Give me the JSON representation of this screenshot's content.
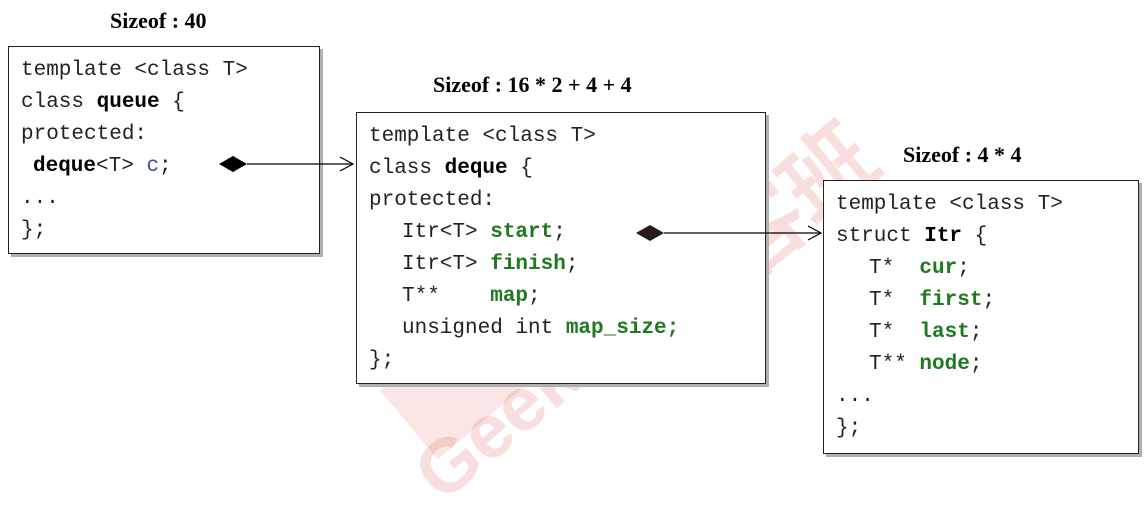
{
  "titles": {
    "queue": "Sizeof : 40",
    "deque": "Sizeof : 16 * 2 + 4 + 4",
    "itr": "Sizeof : 4 * 4"
  },
  "queue_code": {
    "l1": "template <class T>",
    "l2a": "class ",
    "l2b": "queue",
    "l2c": " {",
    "l3": "protected:",
    "l4a": "deque",
    "l4b": "<T> ",
    "l4c": "c",
    "l4d": ";",
    "l5": "...",
    "l6": "};"
  },
  "deque_code": {
    "l1": "template <class T>",
    "l2a": "class ",
    "l2b": "deque",
    "l2c": " {",
    "l3": "protected:",
    "l4a": "Itr<T> ",
    "l4b": "start",
    "l4c": ";",
    "l5a": "Itr<T> ",
    "l5b": "finish",
    "l5c": ";",
    "l6a": "T**    ",
    "l6b": "map",
    "l6c": ";",
    "l7a": "unsigned int ",
    "l7b": "map_size",
    "l7c": ";",
    "l8": "};"
  },
  "itr_code": {
    "l1": "template <class T>",
    "l2a": "struct ",
    "l2b": "Itr",
    "l2c": " {",
    "l3a": "T*  ",
    "l3b": "cur",
    "l3c": ";",
    "l4a": "T*  ",
    "l4b": "first",
    "l4c": ";",
    "l5a": "T*  ",
    "l5b": "last",
    "l5c": ";",
    "l6a": "T** ",
    "l6b": "node",
    "l6c": ";",
    "l7": "...",
    "l8": "};"
  },
  "watermark": {
    "latin": "GeekBand",
    "cjk": "极客班"
  },
  "colors": {
    "member_green": "#1f7a1f",
    "variable_blue": "#3d4fa0",
    "watermark_red": "#d33a2c"
  }
}
